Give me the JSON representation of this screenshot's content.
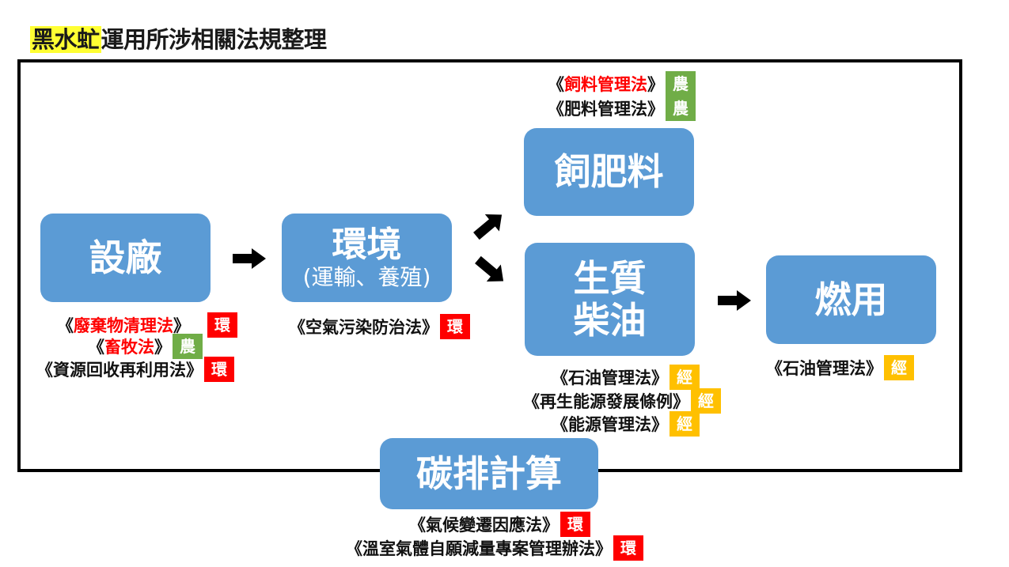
{
  "title": {
    "highlight": "黑水虻",
    "rest": "運用所涉相關法規整理"
  },
  "colors": {
    "node_fill": "#5b9bd5",
    "highlight": "#ffff33",
    "env_badge": "#ff0000",
    "agr_badge": "#70ad47",
    "eco_badge": "#ffc000",
    "emphasis_text": "#ff0000"
  },
  "badges": {
    "env": "環",
    "agr": "農",
    "eco": "經"
  },
  "nodes": {
    "plant": {
      "label": "設廠"
    },
    "env": {
      "label": "環境",
      "sub": "(運輸、養殖)"
    },
    "feed": {
      "label": "飼肥料"
    },
    "biodiesel": {
      "line1": "生質",
      "line2": "柴油"
    },
    "fuel": {
      "label": "燃用"
    },
    "carbon": {
      "label": "碳排計算"
    }
  },
  "laws": {
    "plant": [
      {
        "open": "《",
        "name": "廢棄物清理法",
        "close": "》",
        "badge": "環",
        "red": true
      },
      {
        "open": "《",
        "name": "畜牧法",
        "close": "》",
        "badge": "農",
        "red": true
      },
      {
        "open": "《",
        "name": "資源回收再利用法",
        "close": "》",
        "badge": "環",
        "red": false
      }
    ],
    "env": [
      {
        "open": "《",
        "name": "空氣污染防治法",
        "close": "》",
        "badge": "環",
        "red": false
      }
    ],
    "feed": [
      {
        "open": "《",
        "name": "飼料管理法",
        "close": "》",
        "badge": "農",
        "red": true
      },
      {
        "open": "《",
        "name": "肥料管理法",
        "close": "》",
        "badge": "農",
        "red": false
      }
    ],
    "biodiesel": [
      {
        "open": "《",
        "name": "石油管理法",
        "close": "》",
        "badge": "經",
        "red": false
      },
      {
        "open": "《",
        "name": "再生能源發展條例",
        "close": "》",
        "badge": "經",
        "red": false
      },
      {
        "open": "《",
        "name": "能源管理法",
        "close": "》",
        "badge": "經",
        "red": false
      }
    ],
    "fuel": [
      {
        "open": "《",
        "name": "石油管理法",
        "close": "》",
        "badge": "經",
        "red": false
      }
    ],
    "carbon": [
      {
        "open": "《",
        "name": "氣候變遷因應法",
        "close": "》",
        "badge": "環",
        "red": false
      },
      {
        "open": "《",
        "name": "溫室氣體自願減量專案管理辦法",
        "close": "》",
        "badge": "環",
        "red": false
      }
    ]
  }
}
